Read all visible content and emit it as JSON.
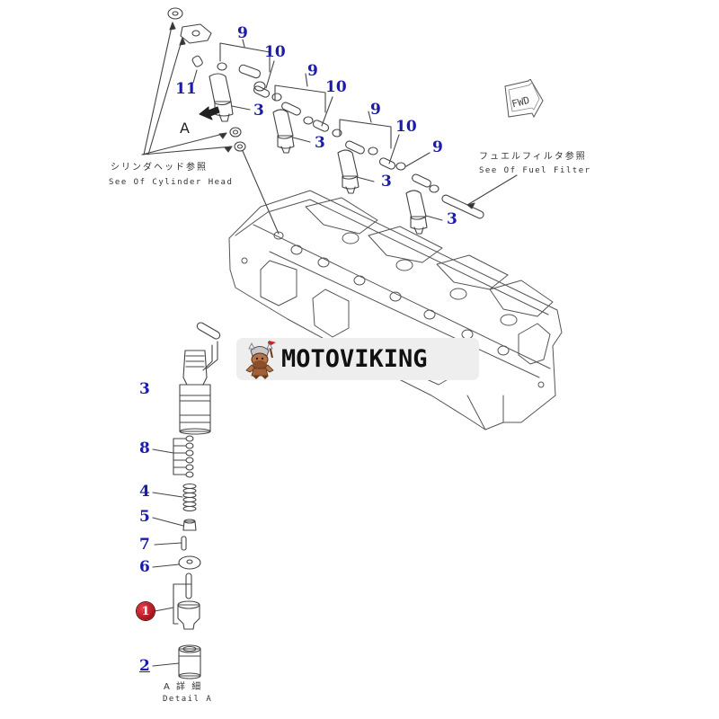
{
  "diagram": {
    "type": "exploded-parts-diagram",
    "subject": "Fuel injector assembly and cylinder head",
    "callout_color": "#1c1caa",
    "highlight_color": "#c0141e"
  },
  "callouts": {
    "top": [
      {
        "id": "9a",
        "label": "9"
      },
      {
        "id": "10a",
        "label": "10"
      },
      {
        "id": "11",
        "label": "11"
      },
      {
        "id": "3a",
        "label": "3"
      },
      {
        "id": "9b",
        "label": "9"
      },
      {
        "id": "10b",
        "label": "10"
      },
      {
        "id": "3b",
        "label": "3"
      },
      {
        "id": "9c",
        "label": "9"
      },
      {
        "id": "10c",
        "label": "10"
      },
      {
        "id": "3c",
        "label": "3"
      },
      {
        "id": "9d",
        "label": "9"
      },
      {
        "id": "3d",
        "label": "3"
      }
    ],
    "detail": [
      {
        "id": "d3",
        "label": "3"
      },
      {
        "id": "d8",
        "label": "8"
      },
      {
        "id": "d4",
        "label": "4"
      },
      {
        "id": "d5",
        "label": "5"
      },
      {
        "id": "d7",
        "label": "7"
      },
      {
        "id": "d6",
        "label": "6"
      },
      {
        "id": "d1",
        "label": "1",
        "highlighted": true
      },
      {
        "id": "d2",
        "label": "2"
      }
    ]
  },
  "notes": {
    "cylinder_head_jp": "シリンダヘッド参照",
    "cylinder_head_en": "See Of Cylinder Head",
    "fuel_filter_jp": "フュエルフィルタ参照",
    "fuel_filter_en": "See Of Fuel Filter",
    "view_letter": "A",
    "fwd_label": "FWD",
    "detail_jp": "A  詳 細",
    "detail_en": "Detail A"
  },
  "watermark": {
    "brand": "MOTOVIKING",
    "mascot_icon": "viking-mascot-icon"
  }
}
